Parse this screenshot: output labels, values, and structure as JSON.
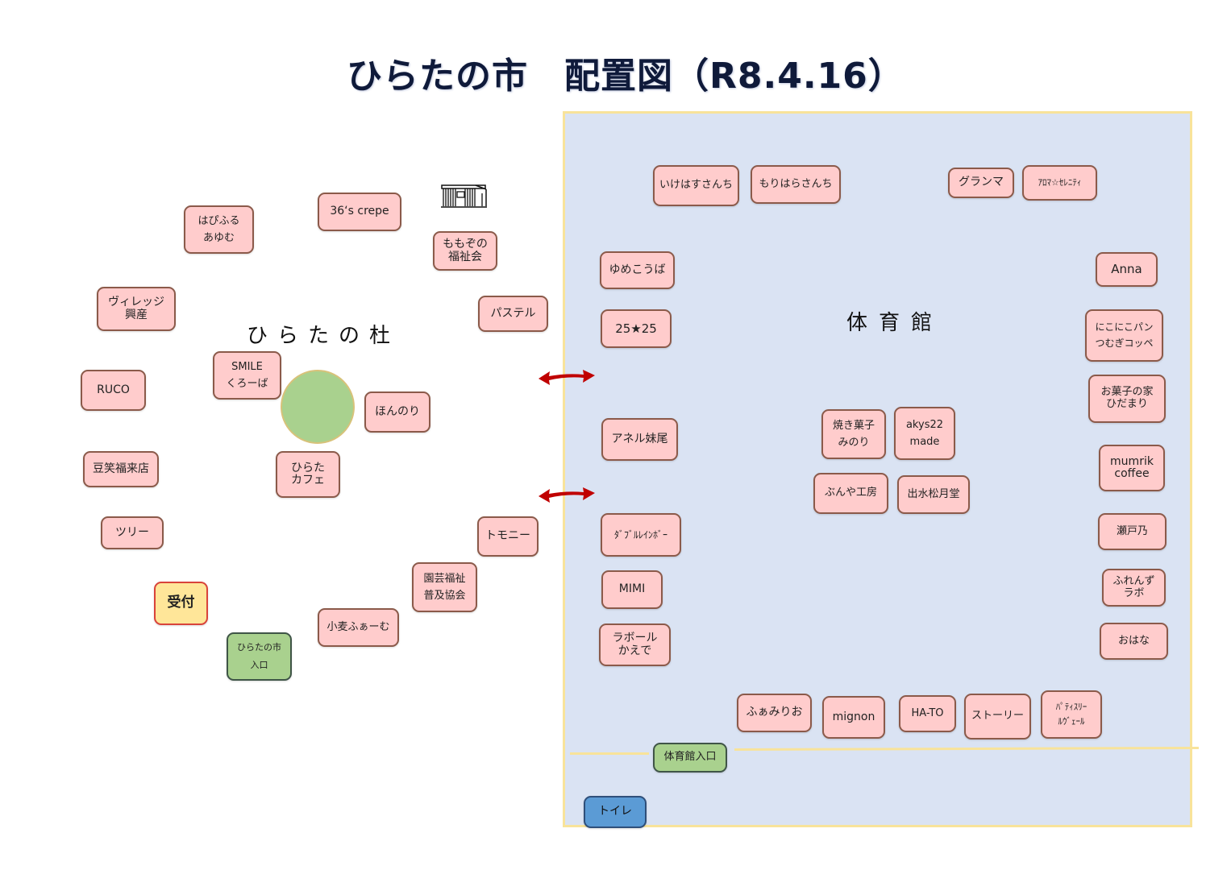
{
  "title": "ひらたの市　配置図（R8.4.16）",
  "areas": {
    "outdoor_label": "ひらたの杜",
    "gym_label": "体育館"
  },
  "outdoor_stalls": [
    {
      "id": "habifuru",
      "label": "はぴふる\nあゆむ"
    },
    {
      "id": "36s-crepe",
      "label": "36‘s crepe"
    },
    {
      "id": "momozono",
      "label": "ももぞの\n福祉会"
    },
    {
      "id": "village",
      "label": "ヴィレッジ\n興産"
    },
    {
      "id": "pastel",
      "label": "パステル"
    },
    {
      "id": "smile",
      "label": "SMILE\nくろーば"
    },
    {
      "id": "ruco",
      "label": "RUCO"
    },
    {
      "id": "honnori",
      "label": "ほんのり"
    },
    {
      "id": "mameemi",
      "label": "豆笑福来店"
    },
    {
      "id": "hirata-cafe",
      "label": "ひらた\nカフェ"
    },
    {
      "id": "tree",
      "label": "ツリー"
    },
    {
      "id": "tomoni",
      "label": "トモニー"
    },
    {
      "id": "engei",
      "label": "園芸福祉\n普及協会"
    },
    {
      "id": "komugi",
      "label": "小麦ふぁーむ"
    }
  ],
  "reception": {
    "label": "受付"
  },
  "market_entrance": {
    "label": "ひらたの市\n入口"
  },
  "gym_stalls": [
    {
      "id": "ikehasu",
      "label": "いけはすさんち"
    },
    {
      "id": "morihara",
      "label": "もりはらさんち"
    },
    {
      "id": "granma",
      "label": "グランマ"
    },
    {
      "id": "aroma",
      "label": "ｱﾛﾏ☆ｾﾚﾆﾃｨ"
    },
    {
      "id": "yumekouba",
      "label": "ゆめこうば"
    },
    {
      "id": "anna",
      "label": "Anna"
    },
    {
      "id": "2525",
      "label": "25★25"
    },
    {
      "id": "nikoniko",
      "label": "にこにこパン\nつむぎコッペ"
    },
    {
      "id": "okashi",
      "label": "お菓子の家\nひだまり"
    },
    {
      "id": "anel",
      "label": "アネル妹尾"
    },
    {
      "id": "yakigashi",
      "label": "焼き菓子\nみのり"
    },
    {
      "id": "akys22",
      "label": "akys22\nmade"
    },
    {
      "id": "mumrik",
      "label": "mumrik\ncoffee"
    },
    {
      "id": "bunya",
      "label": "ぶんや工房"
    },
    {
      "id": "izumi",
      "label": "出水松月堂"
    },
    {
      "id": "setono",
      "label": "瀬戸乃"
    },
    {
      "id": "double-rainbow",
      "label": "ﾀﾞﾌﾞﾙﾚｲﾝﾎﾞｰ"
    },
    {
      "id": "friends-labo",
      "label": "ふれんず\nラボ"
    },
    {
      "id": "mimi",
      "label": "MIMI"
    },
    {
      "id": "labor",
      "label": "ラボール\nかえで"
    },
    {
      "id": "ohana",
      "label": "おはな"
    },
    {
      "id": "fuamirio",
      "label": "ふぁみりお"
    },
    {
      "id": "mignon",
      "label": "mignon"
    },
    {
      "id": "hato",
      "label": "HA-TO"
    },
    {
      "id": "story",
      "label": "ストーリー"
    },
    {
      "id": "patisserie",
      "label": "ﾊﾟﾃｨｽﾘｰ\nﾙｳﾞｪｰﾙ"
    }
  ],
  "gym_entrance": {
    "label": "体育館入口"
  },
  "toilet": {
    "label": "トイレ"
  },
  "colors": {
    "stall_fill": "#ffcccc",
    "stall_border": "#8b5a4a",
    "gym_fill": "#dae3f3",
    "gym_border": "#f8e39a",
    "reception_fill": "#ffe699",
    "entrance_fill": "#a9d18e",
    "toilet_fill": "#5b9bd5",
    "arrow": "#c00000"
  }
}
